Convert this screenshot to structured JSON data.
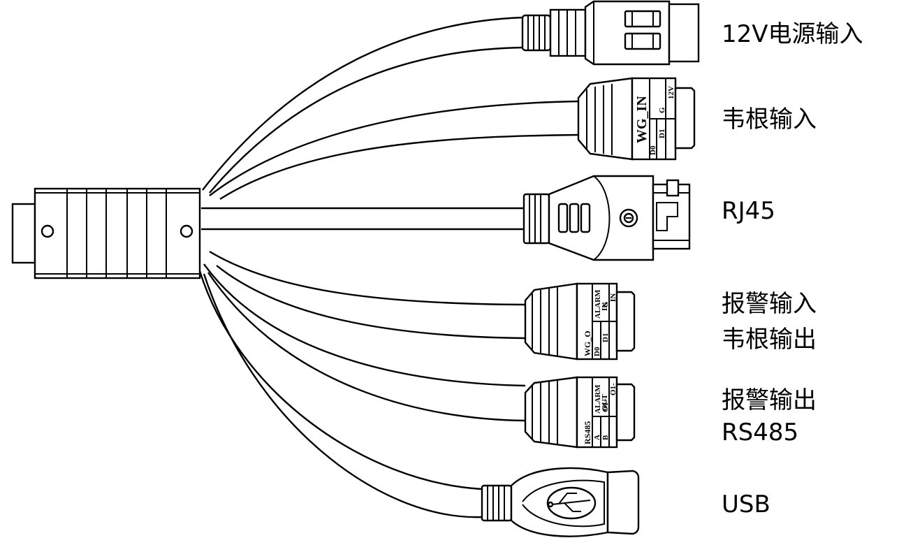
{
  "labels": {
    "power": "12V电源输入",
    "wiegand_in": "韦根输入",
    "rj45": "RJ45",
    "alarm_in": "报警输入",
    "wiegand_out": "韦根输出",
    "alarm_out": "报警输出",
    "rs485": "RS485",
    "usb": "USB"
  },
  "plugs": {
    "wg_in": {
      "title": "WG_IN",
      "p1": "D0",
      "p2": "D1",
      "p3": "G",
      "p4": "12V"
    },
    "alarm_in": {
      "title1": "ALARM",
      "title2": "IN",
      "left": "WG_O",
      "p1": "D0",
      "p2": "D1",
      "p3": "G",
      "p4": "IN"
    },
    "alarm_out": {
      "title1": "ALARM",
      "title2": "OUT",
      "left": "RS485",
      "p1": "A",
      "p2": "B",
      "p3": "O1+",
      "p4": "O1-"
    }
  }
}
